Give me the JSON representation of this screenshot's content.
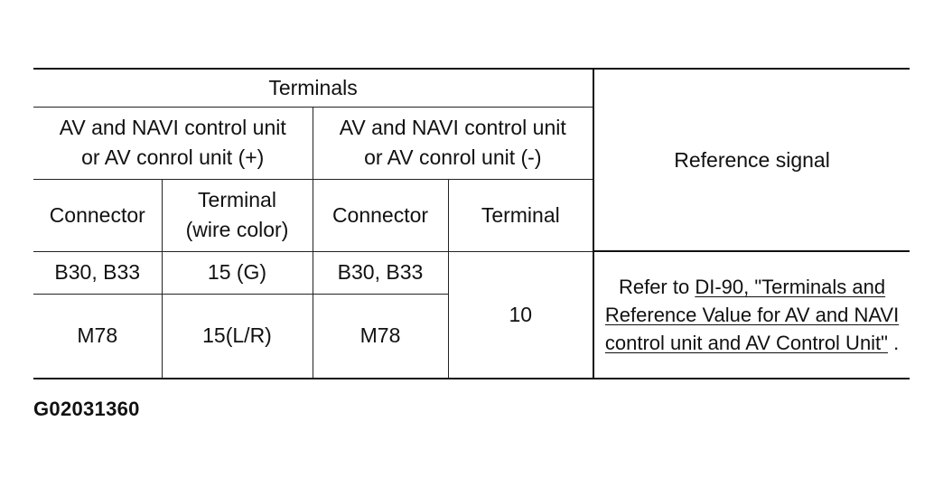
{
  "table": {
    "header_terminals": "Terminals",
    "header_reference_signal": "Reference signal",
    "group_plus": [
      "AV and NAVI control unit",
      "or AV conrol unit (+)"
    ],
    "group_minus": [
      "AV and NAVI control unit",
      "or AV conrol unit (-)"
    ],
    "sub_connector_plus": "Connector",
    "sub_terminal_plus": [
      "Terminal",
      "(wire color)"
    ],
    "sub_connector_minus": "Connector",
    "sub_terminal_minus": "Terminal",
    "rows": [
      {
        "connector_plus": "B30, B33",
        "terminal_plus": "15 (G)",
        "connector_minus": "B30, B33"
      },
      {
        "connector_plus": "M78",
        "terminal_plus": "15(L/R)",
        "connector_minus": "M78"
      }
    ],
    "terminal_minus_shared": "10",
    "reference": {
      "prefix": "Refer to ",
      "link_text": "DI-90, \"Terminals and Reference Value for AV and NAVI control unit and AV Control Unit\"",
      "suffix": " ."
    }
  },
  "figure_id": "G02031360"
}
